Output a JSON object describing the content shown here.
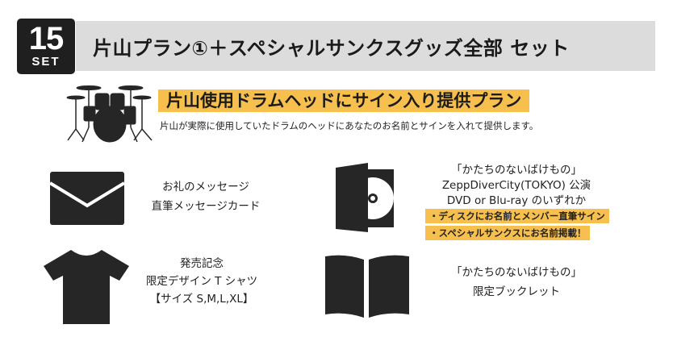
{
  "header": {
    "badge_number": "15",
    "badge_label": "SET",
    "title": "片山プラン①＋スペシャルサンクスグッズ全部 セット"
  },
  "plan": {
    "icon": "drum-kit-icon",
    "title": "片山使用ドラムヘッドにサイン入り提供プラン",
    "description": "片山が実際に使用していたドラムのヘッドにあなたのお名前とサインを入れて提供します。"
  },
  "items": [
    {
      "icon": "envelope-icon",
      "lines": [
        "お礼のメッセージ",
        "直筆メッセージカード"
      ]
    },
    {
      "icon": "dvd-case-icon",
      "lines": [
        "「かたちのないばけもの」",
        "ZeppDiverCity(TOKYO) 公演",
        "DVD or Blu-ray のいずれか"
      ],
      "highlights": [
        "・ディスクにお名前とメンバー直筆サイン",
        "・スペシャルサンクスにお名前掲載！"
      ]
    },
    {
      "icon": "tshirt-icon",
      "lines": [
        "発売記念",
        "限定デザイン T シャツ",
        "【サイズ S,M,L,XL】"
      ]
    },
    {
      "icon": "booklet-icon",
      "lines": [
        "「かたちのないばけもの」",
        "限定ブックレット"
      ]
    }
  ],
  "colors": {
    "accent": "#f7c04e",
    "header_bar": "#dcdcdc",
    "badge": "#1f1f1f",
    "icon": "#262626"
  }
}
